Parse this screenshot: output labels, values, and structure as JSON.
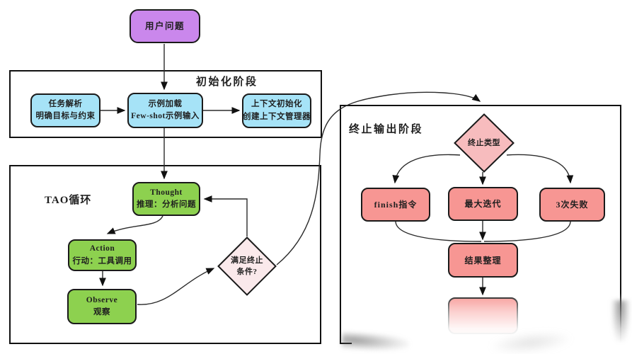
{
  "diagram": {
    "background_color": "#ffffff",
    "colors": {
      "purple_node": "#ca87ec",
      "blue_node": "#a6e3f7",
      "green_node": "#8dd14f",
      "pink_node": "#f79693",
      "pink_diamond": "#f7bcbe",
      "light_pink_diamond": "#fae9eb",
      "shape_border": "#1a1a1a",
      "container_border": "#111111",
      "connector_line": "#2b2b2b"
    },
    "user_question": {
      "label": "用户问题"
    },
    "init_phase": {
      "title": "初始化阶段",
      "steps": [
        {
          "line1": "任务解析",
          "line2": "明确目标与约束"
        },
        {
          "line1": "示例加载",
          "line2": "Few-shot示例输入"
        },
        {
          "line1": "上下文初始化",
          "line2": "创建上下文管理器"
        }
      ]
    },
    "tao_loop": {
      "title": "TAO循环",
      "thought": {
        "line1": "Thought",
        "line2": "推理：分析问题"
      },
      "action": {
        "line1": "Action",
        "line2": "行动：工具调用"
      },
      "observe": {
        "line1": "Observe",
        "line2": "观察"
      },
      "condition": {
        "line1": "满足终止",
        "line2": "条件?"
      }
    },
    "termination_phase": {
      "title": "终止输出阶段",
      "type_decision": {
        "label": "终止类型"
      },
      "branches": [
        {
          "label": "finish指令"
        },
        {
          "label": "最大迭代"
        },
        {
          "label": "3次失败"
        }
      ],
      "result": {
        "label": "结果整理"
      }
    }
  }
}
